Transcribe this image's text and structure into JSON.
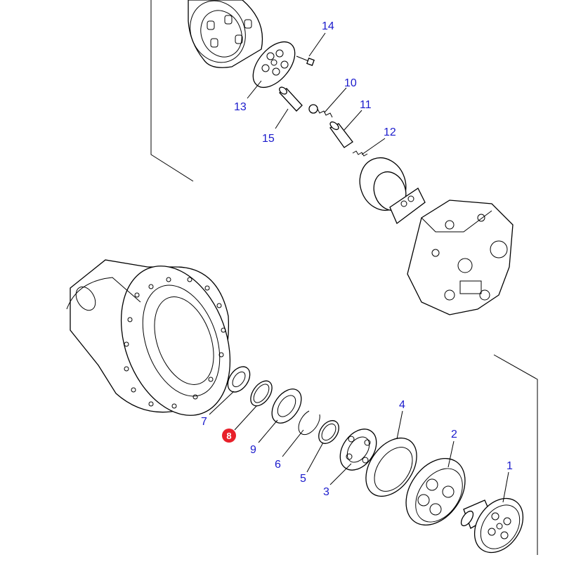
{
  "callouts": [
    {
      "id": "14",
      "label": "14"
    },
    {
      "id": "10",
      "label": "10"
    },
    {
      "id": "11",
      "label": "11"
    },
    {
      "id": "13",
      "label": "13"
    },
    {
      "id": "12",
      "label": "12"
    },
    {
      "id": "15",
      "label": "15"
    },
    {
      "id": "4",
      "label": "4"
    },
    {
      "id": "2",
      "label": "2"
    },
    {
      "id": "7",
      "label": "7"
    },
    {
      "id": "8",
      "label": "8",
      "highlighted": true
    },
    {
      "id": "9",
      "label": "9"
    },
    {
      "id": "6",
      "label": "6"
    },
    {
      "id": "1",
      "label": "1"
    },
    {
      "id": "5",
      "label": "5"
    },
    {
      "id": "3",
      "label": "3"
    }
  ],
  "colors": {
    "callout_text": "#1a1acc",
    "highlight_fill": "#e8202a",
    "line": "#000000",
    "background": "#ffffff"
  }
}
